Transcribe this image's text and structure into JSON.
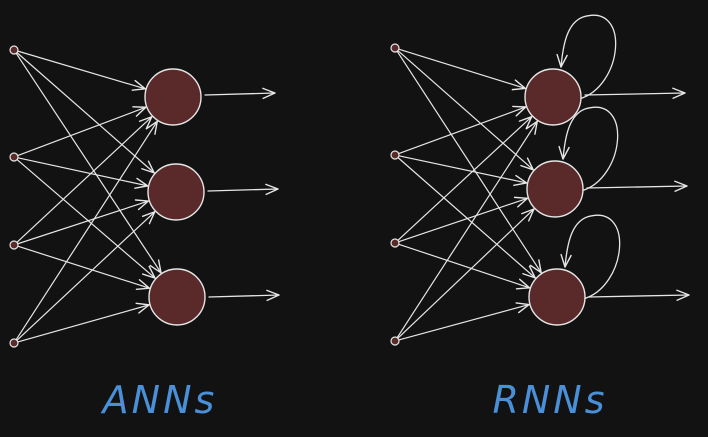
{
  "colors": {
    "background": "#121212",
    "stroke": "#e6e6e6",
    "neuron_fill": "#5a2a2a",
    "label": "#4a90d9"
  },
  "panels": {
    "ann": {
      "label": "ANNs",
      "inputs": 4,
      "neurons": 3,
      "recurrent": false
    },
    "rnn": {
      "label": "RNNs",
      "inputs": 4,
      "neurons": 3,
      "recurrent": true
    }
  }
}
